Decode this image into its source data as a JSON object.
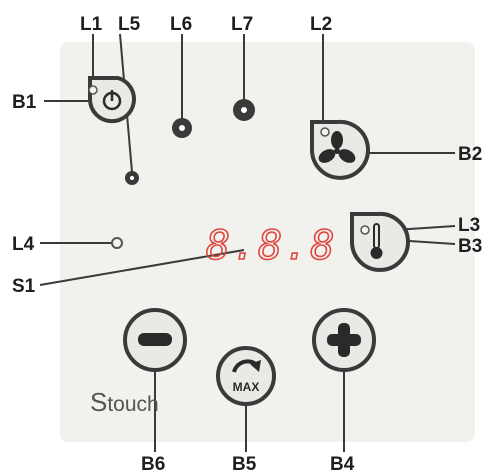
{
  "labels": {
    "L1": "L1",
    "L5": "L5",
    "L6": "L6",
    "L7": "L7",
    "L2": "L2",
    "B1": "B1",
    "B2": "B2",
    "L3": "L3",
    "B3": "B3",
    "L4": "L4",
    "S1": "S1",
    "B6": "B6",
    "B5": "B5",
    "B4": "B4"
  },
  "display": {
    "digits": "8.8.8",
    "color": "#e0483f"
  },
  "panel": {
    "brand_prefix": "S",
    "brand_suffix": "touch",
    "color": "#f1f1ee"
  },
  "buttons": {
    "max_label": "MAX"
  },
  "icons": {
    "B1": "power-icon",
    "B2": "fan-icon",
    "B3": "thermometer-icon",
    "B4": "plus-icon",
    "B5": "max-icon",
    "B6": "minus-icon"
  }
}
